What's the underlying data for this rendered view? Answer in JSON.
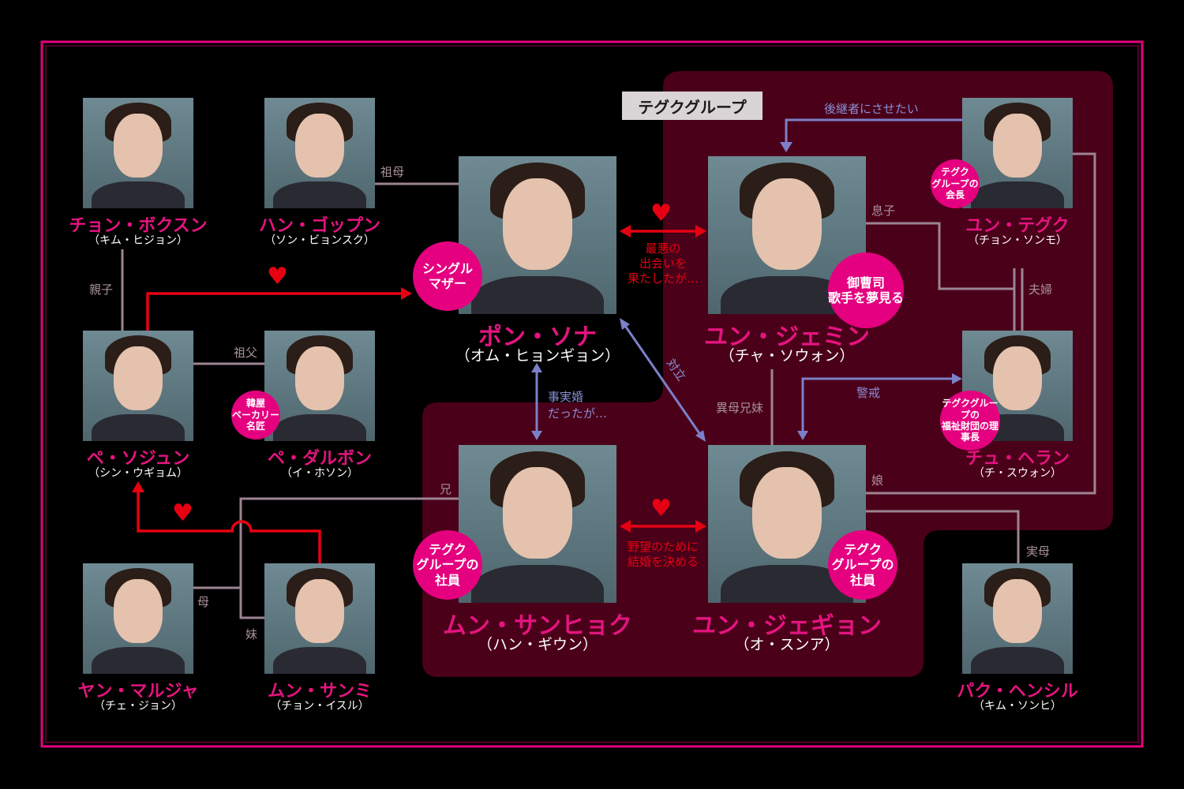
{
  "group_title": "テグクグループ",
  "characters": [
    {
      "id": "chon-boksun",
      "name": "チョン・ボクスン",
      "actor": "（キム・ヒジョン）"
    },
    {
      "id": "han-goppun",
      "name": "ハン・ゴップン",
      "actor": "（ソン・ビョンスク）"
    },
    {
      "id": "pon-sona",
      "name": "ポン・ソナ",
      "actor": "（オム・ヒョンギョン）",
      "badge": "シングル\nマザー"
    },
    {
      "id": "yun-jemin",
      "name": "ユン・ジェミン",
      "actor": "（チャ・ソウォン）",
      "badge": "御曹司\n歌手を夢見る"
    },
    {
      "id": "yun-teguku",
      "name": "ユン・テグク",
      "actor": "（チョン・ソンモ）",
      "badge": "テグク\nグループの\n会長"
    },
    {
      "id": "pe-sojun",
      "name": "ペ・ソジュン",
      "actor": "（シン・ウギョム）"
    },
    {
      "id": "pe-darubon",
      "name": "ペ・ダルボン",
      "actor": "（イ・ホソン）",
      "badge": "韓屋\nベーカリー\n名匠"
    },
    {
      "id": "chu-heran",
      "name": "チュ・ヘラン",
      "actor": "（チ・スウォン）",
      "badge": "テグクグループの\n福祉財団の理事長"
    },
    {
      "id": "mun-sanhyoku",
      "name": "ムン・サンヒョク",
      "actor": "（ハン・ギウン）",
      "badge": "テグク\nグループの\n社員"
    },
    {
      "id": "yun-jegyon",
      "name": "ユン・ジェギョン",
      "actor": "（オ・スンア）",
      "badge": "テグク\nグループの\n社員"
    },
    {
      "id": "yan-maruja",
      "name": "ヤン・マルジャ",
      "actor": "（チェ・ジョン）"
    },
    {
      "id": "mun-sanmi",
      "name": "ムン・サンミ",
      "actor": "（チョン・イスル）"
    },
    {
      "id": "paku-hensiru",
      "name": "パク・ヘンシル",
      "actor": "（キム・ソンヒ）"
    }
  ],
  "relations": {
    "grandmother": "祖母",
    "parent_child": "親子",
    "grandfather": "祖父",
    "son": "息子",
    "married": "夫婦",
    "successor": "後継者にさせたい",
    "worst_meeting": "最悪の\n出会いを\n果たしたが…",
    "rivalry": "対立",
    "de_facto": "事実婚\nだったが…",
    "half_siblings": "異母兄妹",
    "wary": "警戒",
    "daughter": "娘",
    "biological_mother": "実母",
    "older_brother": "兄",
    "mother": "母",
    "younger_sister": "妹",
    "marriage_for_ambition": "野望のために\n結婚を決める"
  },
  "colors": {
    "panel": "#4a0019",
    "accent": "#e4007f",
    "line": "#9d8492",
    "blue": "#7c80c8",
    "red": "#e60012"
  }
}
